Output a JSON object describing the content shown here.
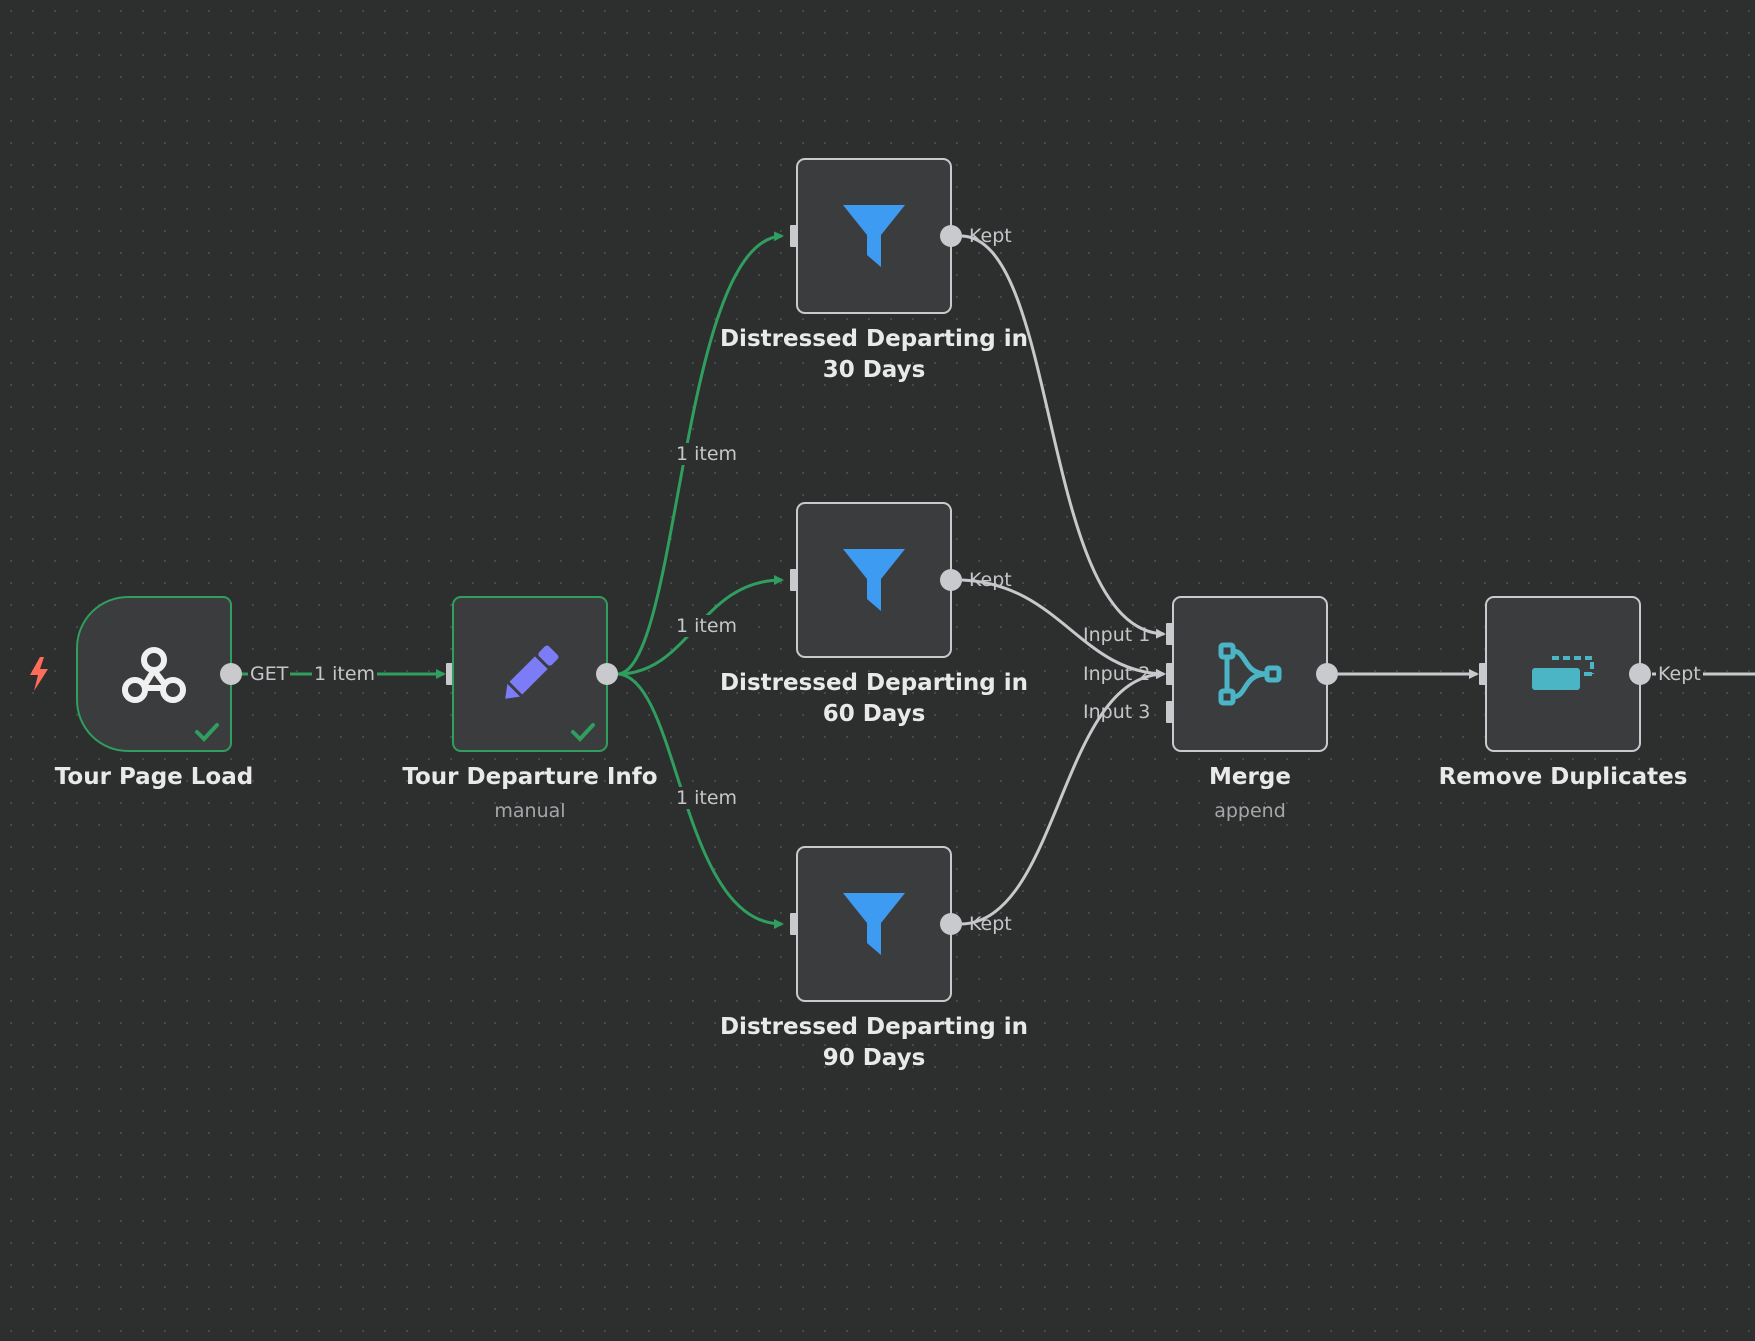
{
  "nodes": {
    "tour_page_load": {
      "title": "Tour Page Load",
      "icon": "webhook-icon",
      "status": "success",
      "output_label": "GET"
    },
    "tour_departure_info": {
      "title": "Tour Departure Info",
      "subtitle": "manual",
      "icon": "pencil-icon",
      "status": "success"
    },
    "filter_30": {
      "title": "Distressed Departing in 30 Days",
      "icon": "filter-icon",
      "output_label": "Kept"
    },
    "filter_60": {
      "title": "Distressed Departing in 60 Days",
      "icon": "filter-icon",
      "output_label": "Kept"
    },
    "filter_90": {
      "title": "Distressed Departing in 90 Days",
      "icon": "filter-icon",
      "output_label": "Kept"
    },
    "merge": {
      "title": "Merge",
      "subtitle": "append",
      "icon": "merge-icon",
      "inputs": [
        "Input 1",
        "Input 2",
        "Input 3"
      ]
    },
    "remove_duplicates": {
      "title": "Remove Duplicates",
      "icon": "remove-duplicates-icon",
      "output_label": "Kept"
    }
  },
  "edges": {
    "webhook_to_info": "1 item",
    "info_to_30": "1 item",
    "info_to_60": "1 item",
    "info_to_90": "1 item"
  },
  "colors": {
    "canvas": "#2d2e2e",
    "node_bg": "#3b3c3e",
    "success": "#2f9e5f",
    "filter_blue": "#3d9bf2",
    "pencil_purple": "#7b7cf6",
    "teal": "#4bb5c6",
    "trigger_red": "#ff6d5a"
  }
}
